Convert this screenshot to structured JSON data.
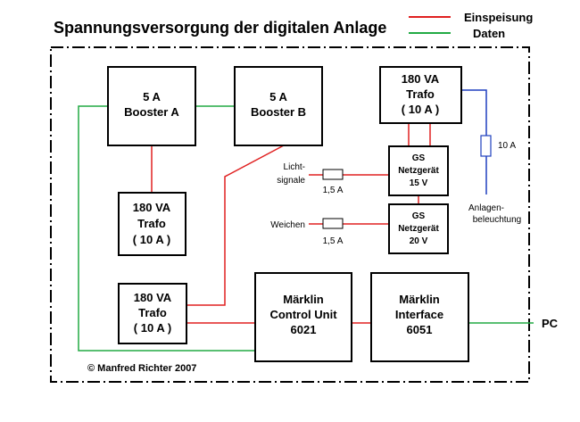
{
  "title": "Spannungsversorgung der digitalen Anlage",
  "legend": {
    "supply_label": "Einspeisung",
    "data_label": "Daten",
    "supply_color": "#e02020",
    "data_color": "#22aa44"
  },
  "blocks": {
    "booster_a": [
      "5 A",
      "Booster A"
    ],
    "booster_b": [
      "5 A",
      "Booster B"
    ],
    "trafo_top_right": [
      "180 VA",
      "Trafo",
      "( 10 A )"
    ],
    "trafo_mid_left": [
      "180 VA",
      "Trafo",
      "( 10 A )"
    ],
    "trafo_bottom_left": [
      "180 VA",
      "Trafo",
      "( 10 A )"
    ],
    "gs_15v": [
      "GS",
      "Netzgerät",
      "15 V"
    ],
    "gs_20v": [
      "GS",
      "Netzgerät",
      "20 V"
    ],
    "control_unit": [
      "Märklin",
      "Control Unit",
      "6021"
    ],
    "interface": [
      "Märklin",
      "Interface",
      "6051"
    ]
  },
  "labels": {
    "lichtsignale": [
      "Licht-",
      "signale"
    ],
    "weichen": "Weichen",
    "fuse_1": "1,5 A",
    "fuse_2": "1,5 A",
    "fuse_10a": "10 A",
    "anlagenbeleuchtung": [
      "Anlagen-",
      "beleuchtung"
    ],
    "pc": "PC",
    "copyright": "© Manfred Richter 2007"
  },
  "colors": {
    "lighting_wire": "#1f3fbf"
  }
}
